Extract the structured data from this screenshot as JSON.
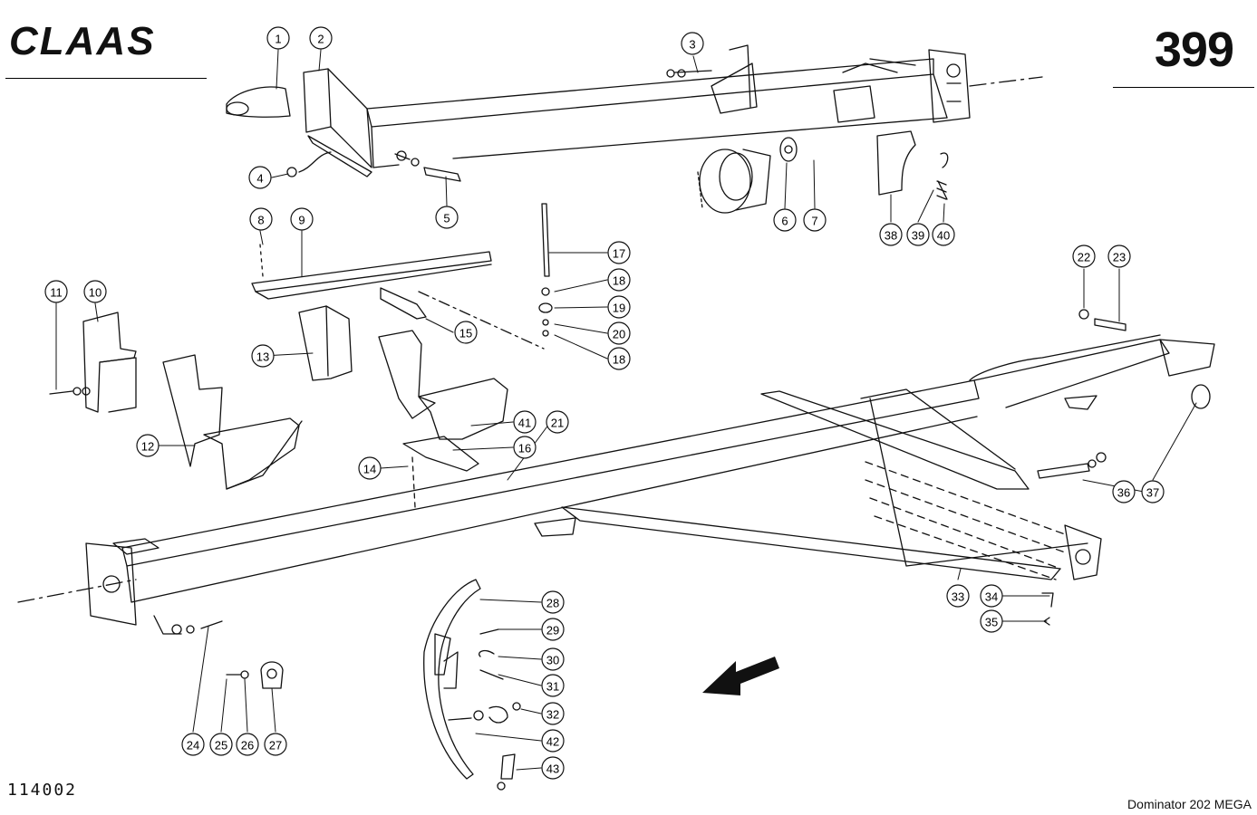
{
  "header": {
    "brand_logo": "CLAAS",
    "page_number": "399"
  },
  "footer": {
    "drawing_number": "114002",
    "model": "Dominator 202 MEGA"
  },
  "callouts": [
    "1",
    "2",
    "3",
    "4",
    "5",
    "6",
    "7",
    "8",
    "9",
    "10",
    "11",
    "12",
    "13",
    "14",
    "15",
    "16",
    "17",
    "18",
    "18",
    "19",
    "20",
    "21",
    "22",
    "23",
    "24",
    "25",
    "26",
    "27",
    "28",
    "29",
    "30",
    "31",
    "32",
    "33",
    "34",
    "35",
    "36",
    "37",
    "38",
    "39",
    "40",
    "41",
    "42",
    "43"
  ],
  "icons": {
    "direction": "travel-direction-arrow-icon"
  },
  "colors": {
    "ink": "#111111",
    "paper": "#ffffff"
  }
}
